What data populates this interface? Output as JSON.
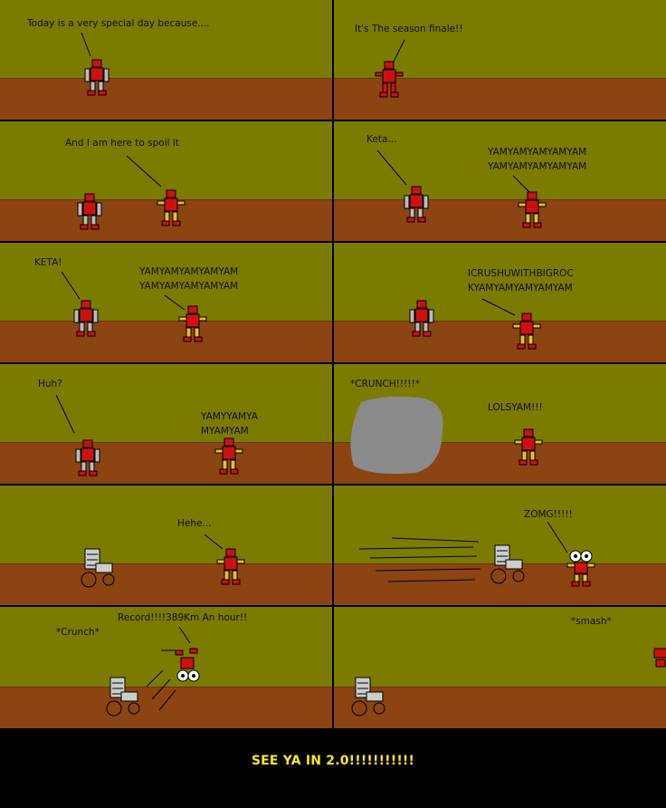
{
  "panels": [
    {
      "captions": [
        "Today is a very special day because...."
      ]
    },
    {
      "captions": [
        "It's The season finale!!"
      ]
    },
    {
      "captions": [
        "And I am here to spoil it"
      ]
    },
    {
      "captions": [
        "Keta...",
        "YAMYAMYAMYAMYAM\nYAMYAMYAMYAMYAM"
      ]
    },
    {
      "captions": [
        "KETA!",
        "YAMYAMYAMYAMYAM\nYAMYAMYAMYAMYAM"
      ]
    },
    {
      "captions": [
        "ICRUSHUWITHBIGROC\nKYAMYAMYAMYAMYAM"
      ]
    },
    {
      "captions": [
        "Huh?",
        "YAMYYAMYA\nMYAMYAM"
      ]
    },
    {
      "captions": [
        "*CRUNCH!!!!!*",
        "LOLSYAM!!!"
      ]
    },
    {
      "captions": [
        "Hehe..."
      ]
    },
    {
      "captions": [
        "ZOMG!!!!!"
      ]
    },
    {
      "captions": [
        "*Crunch*",
        "Record!!!!389Km An hour!!"
      ]
    },
    {
      "captions": [
        "*smash*"
      ]
    }
  ],
  "footer": {
    "text": "SEE YA IN 2.0!!!!!!!!!!!"
  },
  "colors": {
    "sky": "#7b7b00",
    "ground": "#8b4412",
    "robot": "#cc1111",
    "rock": "#8a8a8a",
    "footer_text": "#f5ea1e"
  }
}
